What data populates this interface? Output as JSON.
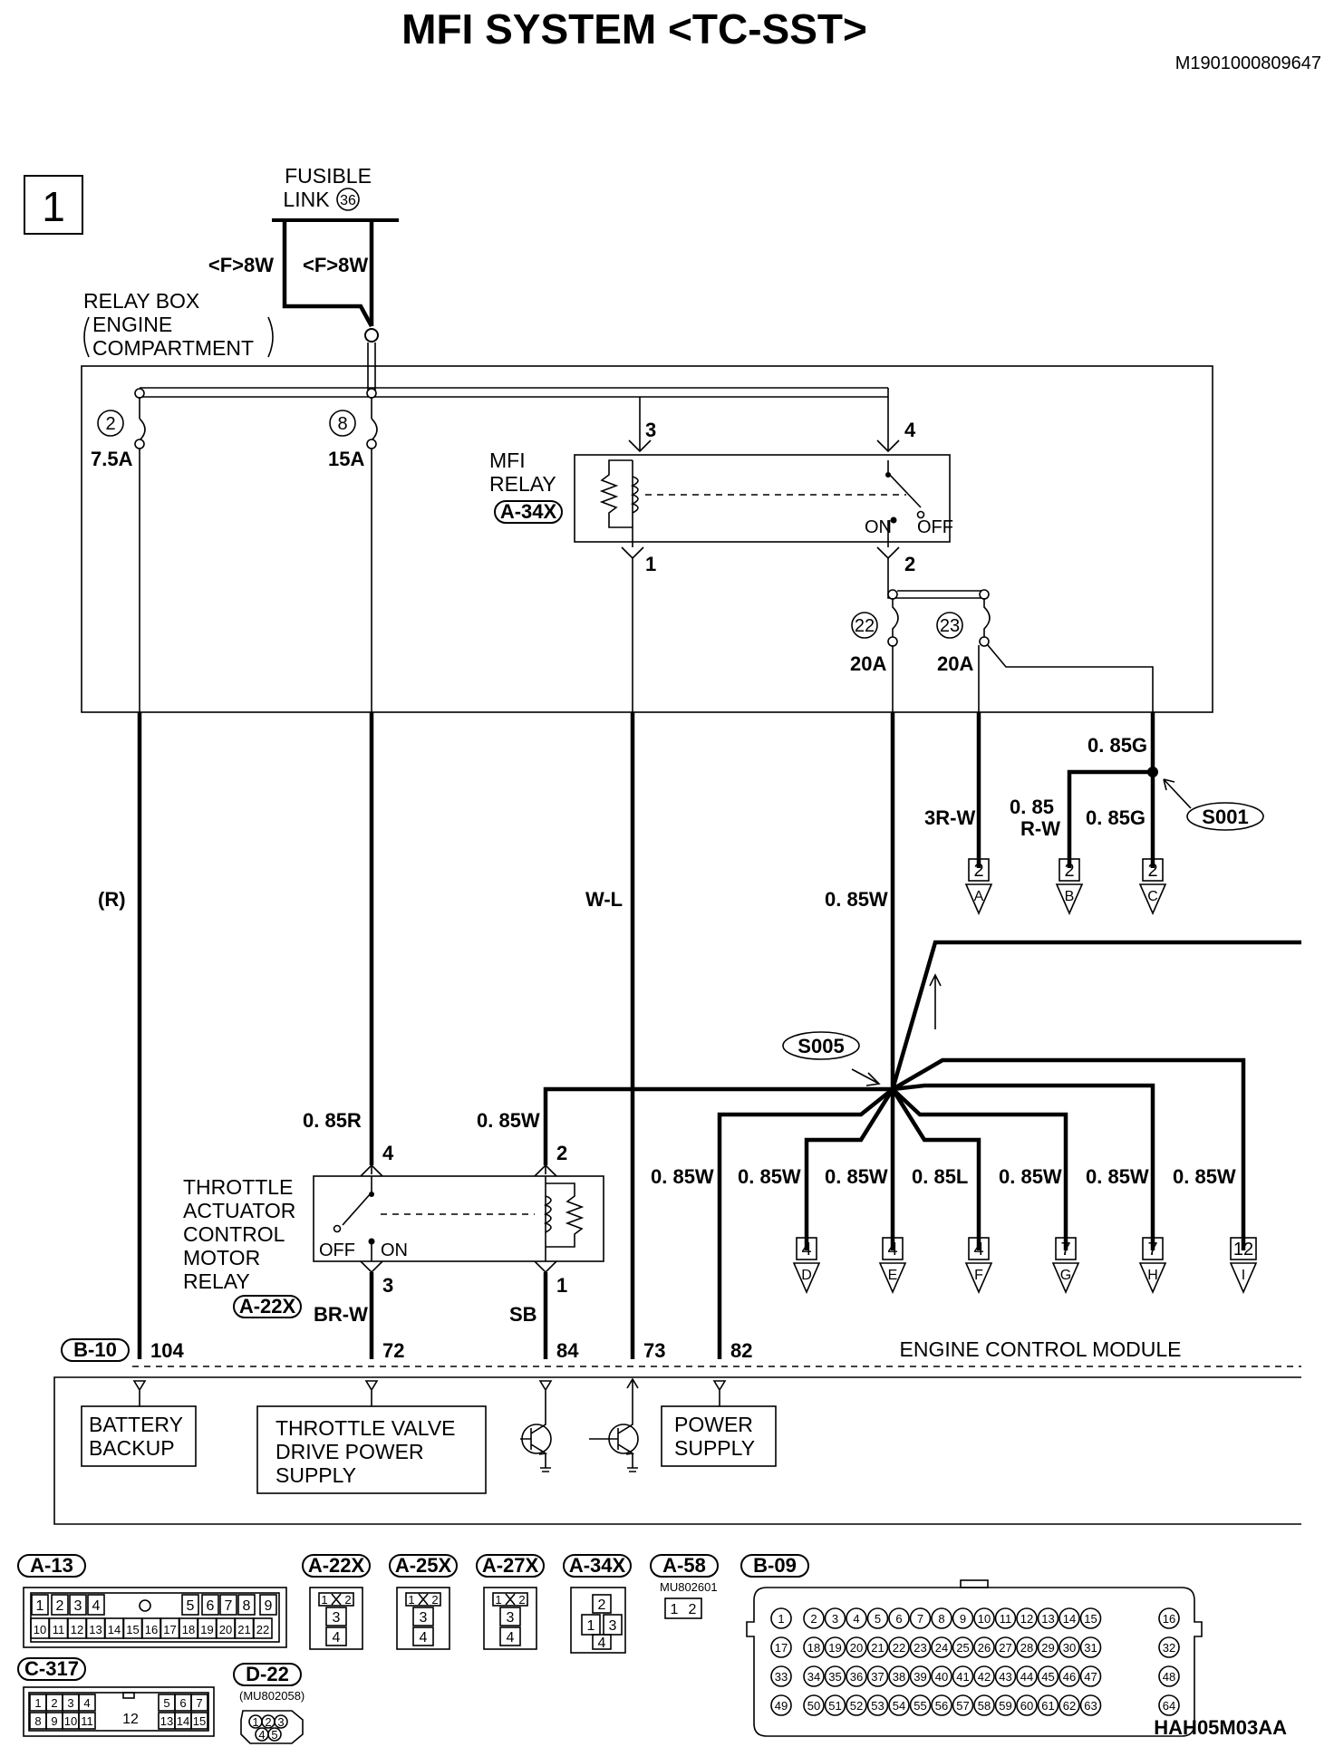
{
  "title": "MFI SYSTEM  <TC-SST>",
  "doc_id": "M1901000809647",
  "figure_code": "HAH05M03AA",
  "page_number": "1",
  "fusible_link": {
    "label_line1": "FUSIBLE",
    "label_line2": "LINK",
    "number": "36",
    "wire_left": "<F>8W",
    "wire_right": "<F>8W"
  },
  "relay_box": {
    "line1": "RELAY BOX",
    "line2": "ENGINE",
    "line3": "COMPARTMENT"
  },
  "fuses": [
    {
      "num": "2",
      "rating": "7.5A"
    },
    {
      "num": "8",
      "rating": "15A"
    },
    {
      "num": "22",
      "rating": "20A"
    },
    {
      "num": "23",
      "rating": "20A"
    }
  ],
  "mfi_relay": {
    "line1": "MFI",
    "line2": "RELAY",
    "code": "A-34X",
    "pin_3": "3",
    "pin_4": "4",
    "pin_1": "1",
    "pin_2": "2",
    "on": "ON",
    "off": "OFF"
  },
  "wires": {
    "r_paren": "(R)",
    "wl": "W-L",
    "w085_main": "0. 85W",
    "g085_top": "0. 85G",
    "g085_c": "0. 85G",
    "r3w": "3R-W",
    "rw085_l1": "0. 85",
    "rw085_l2": "R-W",
    "r085": "0. 85R",
    "w085_84": "0. 85W",
    "w085_82": "0. 85W",
    "w085_d": "0. 85W",
    "w085_e": "0. 85W",
    "l085_f": "0. 85L",
    "w085_g": "0. 85W",
    "w085_h": "0. 85W",
    "w085_i": "0. 85W",
    "brw": "BR-W",
    "sb": "SB"
  },
  "splices": {
    "s001": "S001",
    "s005": "S005"
  },
  "connectors_top": [
    {
      "pin": "2",
      "letter": "A"
    },
    {
      "pin": "2",
      "letter": "B"
    },
    {
      "pin": "2",
      "letter": "C"
    }
  ],
  "connectors_bottom": [
    {
      "pin": "4",
      "letter": "D"
    },
    {
      "pin": "4",
      "letter": "E"
    },
    {
      "pin": "4",
      "letter": "F"
    },
    {
      "pin": "7",
      "letter": "G"
    },
    {
      "pin": "7",
      "letter": "H"
    },
    {
      "pin": "12",
      "letter": "I"
    }
  ],
  "throttle_relay": {
    "line1": "THROTTLE",
    "line2": "ACTUATOR",
    "line3": "CONTROL",
    "line4": "MOTOR",
    "line5": "RELAY",
    "code": "A-22X",
    "pin_4": "4",
    "pin_2": "2",
    "pin_3": "3",
    "pin_1": "1",
    "off": "OFF",
    "on": "ON"
  },
  "ecm": {
    "code": "B-10",
    "label": "ENGINE CONTROL MODULE",
    "pins": [
      "104",
      "72",
      "84",
      "73",
      "82"
    ],
    "battery_backup_l1": "BATTERY",
    "battery_backup_l2": "BACKUP",
    "throttle_supply_l1": "THROTTLE VALVE",
    "throttle_supply_l2": "DRIVE POWER",
    "throttle_supply_l3": "SUPPLY",
    "power_supply_l1": "POWER",
    "power_supply_l2": "SUPPLY"
  },
  "connector_codes": {
    "a13": "A-13",
    "a22x": "A-22X",
    "a25x": "A-25X",
    "a27x": "A-27X",
    "a34x": "A-34X",
    "a58": "A-58",
    "a58_part": "MU802601",
    "b09": "B-09",
    "c317": "C-317",
    "d22": "D-22",
    "d22_part": "(MU802058)"
  },
  "a13_pins_top": [
    "1",
    "2",
    "3",
    "4",
    "5",
    "6",
    "7",
    "8",
    "9"
  ],
  "a13_pins_bottom": [
    "10",
    "11",
    "12",
    "13",
    "14",
    "15",
    "16",
    "17",
    "18",
    "19",
    "20",
    "21",
    "22"
  ],
  "c317_pins_top": [
    "1",
    "2",
    "3",
    "4",
    "5",
    "6",
    "7"
  ],
  "c317_pins_bottom": [
    "8",
    "9",
    "10",
    "11",
    "12",
    "13",
    "14",
    "15"
  ],
  "relay_conn_pins": [
    "1",
    "2",
    "3",
    "4"
  ],
  "a34x_conn_pins": [
    "1",
    "2",
    "3",
    "4"
  ],
  "a58_pins": [
    "1",
    "2"
  ],
  "d22_pins": [
    "1",
    "2",
    "3",
    "4",
    "5"
  ]
}
